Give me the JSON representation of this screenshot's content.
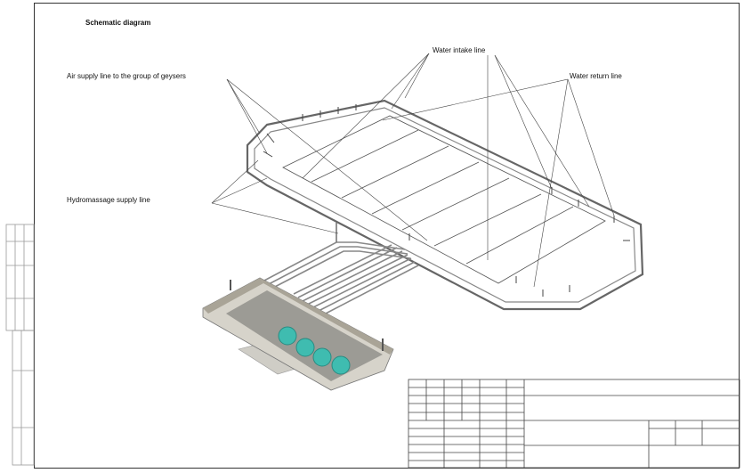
{
  "drawing": {
    "title": "Schematic diagram",
    "labels": {
      "water_intake": "Water intake line",
      "water_return": "Water return line",
      "air_supply": "Air supply line to the group of geysers",
      "hydromassage": "Hydromassage supply line"
    }
  },
  "colors": {
    "filter_tank": "#3fbcb0",
    "room_wall": "#a9a497",
    "pipe": "#8c8c8c",
    "frame": "#333333"
  }
}
